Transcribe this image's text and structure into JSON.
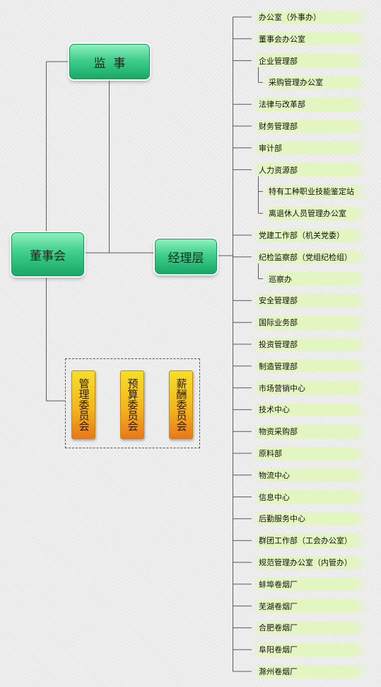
{
  "nodes": {
    "board": "董事会",
    "supervisor": "监  事",
    "management": "经理层"
  },
  "committees": [
    "管理委员会",
    "预算委员会",
    "薪酬委员会"
  ],
  "departments": [
    {
      "label": "办公室（外事办）",
      "level": 1
    },
    {
      "label": "董事会办公室",
      "level": 1
    },
    {
      "label": "企业管理部",
      "level": 1
    },
    {
      "label": "采购管理办公室",
      "level": 2
    },
    {
      "label": "法律与改革部",
      "level": 1
    },
    {
      "label": "财务管理部",
      "level": 1
    },
    {
      "label": "审计部",
      "level": 1
    },
    {
      "label": "人力资源部",
      "level": 1
    },
    {
      "label": "特有工种职业技能鉴定站",
      "level": 2
    },
    {
      "label": "离退休人员管理办公室",
      "level": 2
    },
    {
      "label": "党建工作部（机关党委）",
      "level": 1
    },
    {
      "label": "纪检监察部（党组纪检组）",
      "level": 1
    },
    {
      "label": "巡察办",
      "level": 2
    },
    {
      "label": "安全管理部",
      "level": 1
    },
    {
      "label": "国际业务部",
      "level": 1
    },
    {
      "label": "投资管理部",
      "level": 1
    },
    {
      "label": "制造管理部",
      "level": 1
    },
    {
      "label": "市场营销中心",
      "level": 1
    },
    {
      "label": "技术中心",
      "level": 1
    },
    {
      "label": "物资采购部",
      "level": 1
    },
    {
      "label": "原料部",
      "level": 1
    },
    {
      "label": "物流中心",
      "level": 1
    },
    {
      "label": "信息中心",
      "level": 1
    },
    {
      "label": "后勤服务中心",
      "level": 1
    },
    {
      "label": "群团工作部（工会办公室）",
      "level": 1
    },
    {
      "label": "规范管理办公室（内管办）",
      "level": 1
    },
    {
      "label": "蚌埠卷烟厂",
      "level": 1
    },
    {
      "label": "芜湖卷烟厂",
      "level": 1
    },
    {
      "label": "合肥卷烟厂",
      "level": 1
    },
    {
      "label": "阜阳卷烟厂",
      "level": 1
    },
    {
      "label": "滁州卷烟厂",
      "level": 1
    }
  ]
}
